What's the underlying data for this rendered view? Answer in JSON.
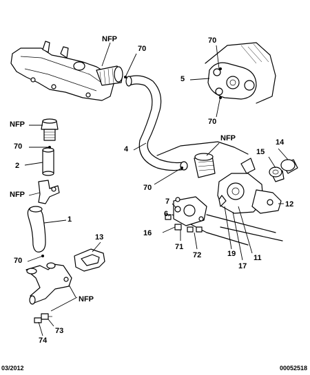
{
  "labels": {
    "nfp_manifold": "NFP",
    "c70_manifold": "70",
    "c70_thermo_top": "70",
    "c5": "5",
    "c70_thermo_bottom": "70",
    "nfp_left_top": "NFP",
    "c70_left": "70",
    "c2": "2",
    "nfp_left_mid": "NFP",
    "c1": "1",
    "c4": "4",
    "nfp_pump": "NFP",
    "c14": "14",
    "c15": "15",
    "c70_mid": "70",
    "c7": "7",
    "c6": "6",
    "c12": "12",
    "c16": "16",
    "c71": "71",
    "c72": "72",
    "c19": "19",
    "c17": "17",
    "c11": "11",
    "c13": "13",
    "c70_lower": "70",
    "nfp_lower": "NFP",
    "c73": "73",
    "c74": "74"
  },
  "footer": {
    "date": "03/2012",
    "ref": "00052518"
  },
  "colors": {
    "ink": "#000000",
    "paper": "#ffffff"
  }
}
